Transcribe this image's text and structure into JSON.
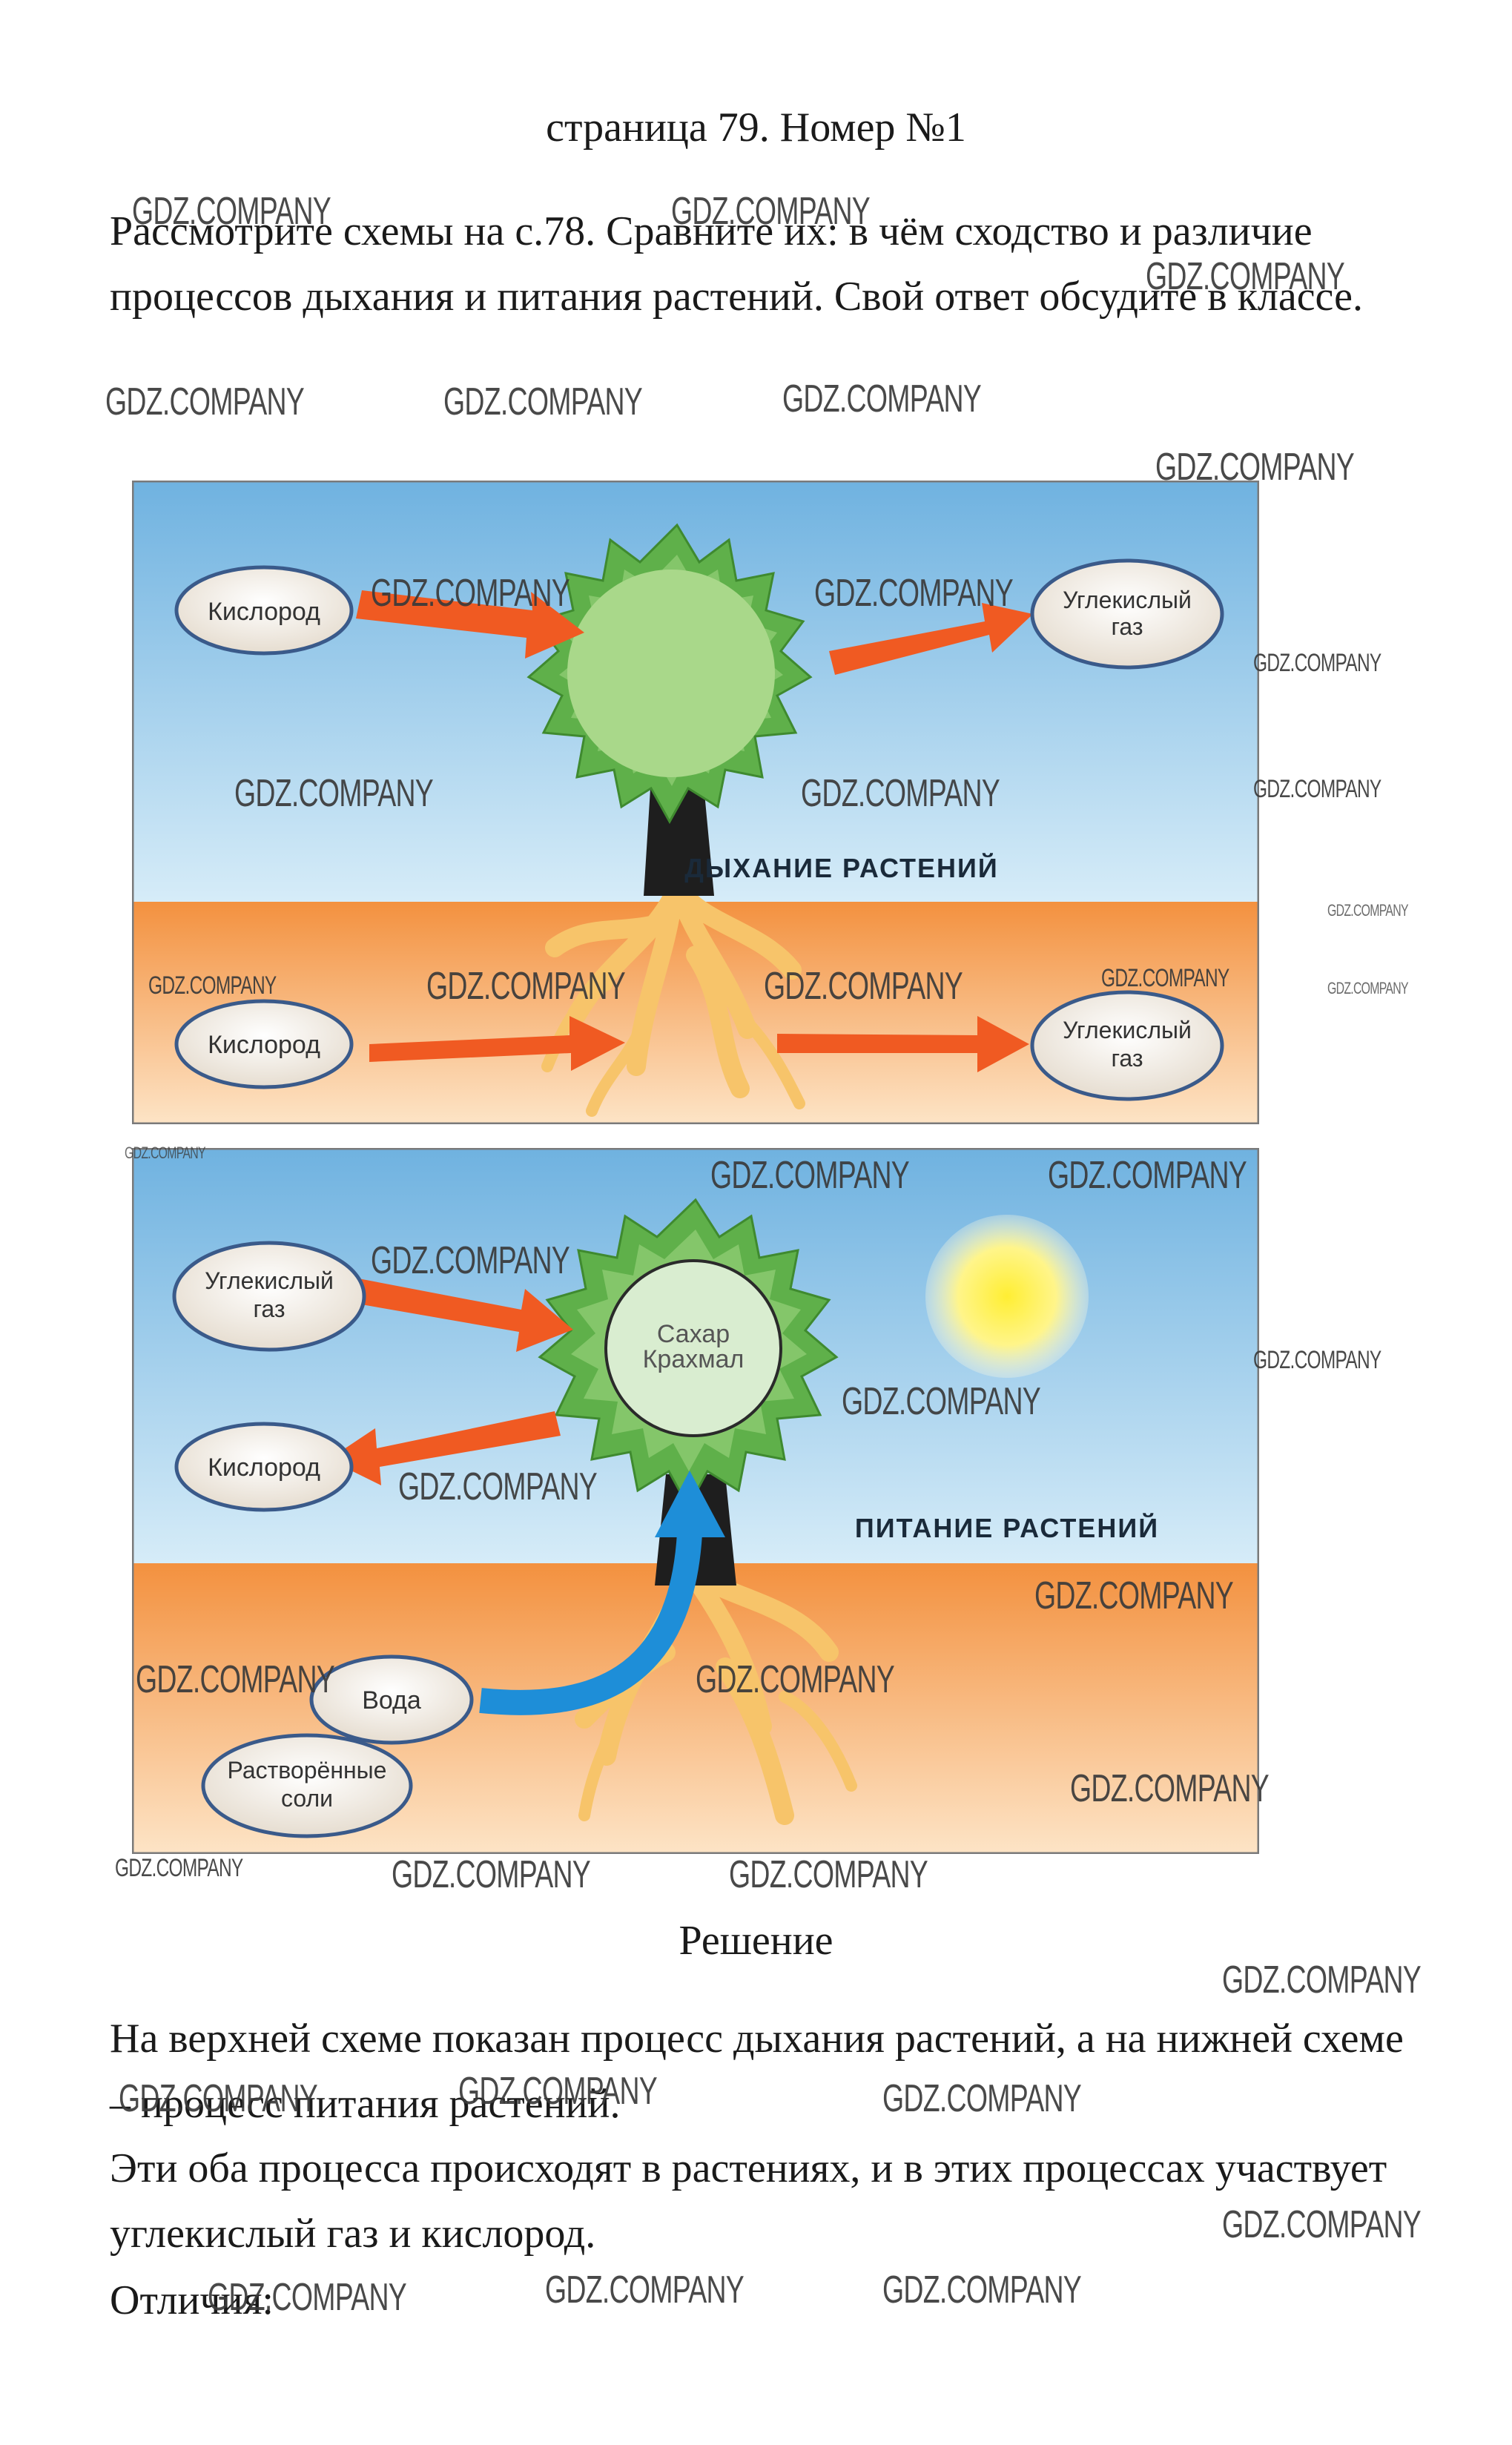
{
  "header": {
    "title": "страница 79. Номер №1"
  },
  "task": {
    "text": "Рассмотрите схемы на с.78. Сравните их: в чём сходство и различие процессов дыхания и питания растений. Свой ответ обсудите в классе."
  },
  "diagram_top": {
    "oxygen_top": "Кислород",
    "co2_top_line1": "Углекислый",
    "co2_top_line2": "газ",
    "caption": "ДЫХАНИЕ РАСТЕНИЙ",
    "oxygen_bottom": "Кислород",
    "co2_bottom_line1": "Углекислый",
    "co2_bottom_line2": "газ"
  },
  "diagram_bottom": {
    "co2_line1": "Углекислый",
    "co2_line2": "газ",
    "oxygen": "Кислород",
    "sugar": "Сахар",
    "starch": "Крахмал",
    "caption": "ПИТАНИЕ РАСТЕНИЙ",
    "water": "Вода",
    "salts_line1": "Растворённые",
    "salts_line2": "соли"
  },
  "solution": {
    "title": "Решение",
    "p1": "На верхней схеме показан процесс дыхания растений, а на нижней схеме – процесс питания растений.",
    "p2": "Эти оба процесса происходят в растениях, и в этих процессах участвует углекислый газ и кислород.",
    "p3": "Отличия:"
  },
  "watermark": "GDZ.COMPANY",
  "colors": {
    "sky": "#8ec3e6",
    "soil": "#f5a05a",
    "arrow": "#f05a22",
    "crown_outer": "#5fb04a",
    "crown_inner": "#a9d88a",
    "trunk": "#1e1e1e",
    "roots": "#f7c46a",
    "oval_fill": "#f1ece2",
    "oval_stroke": "#3a5a8a",
    "sun": "#fff25a",
    "water_arrow": "#1e8ed8"
  }
}
